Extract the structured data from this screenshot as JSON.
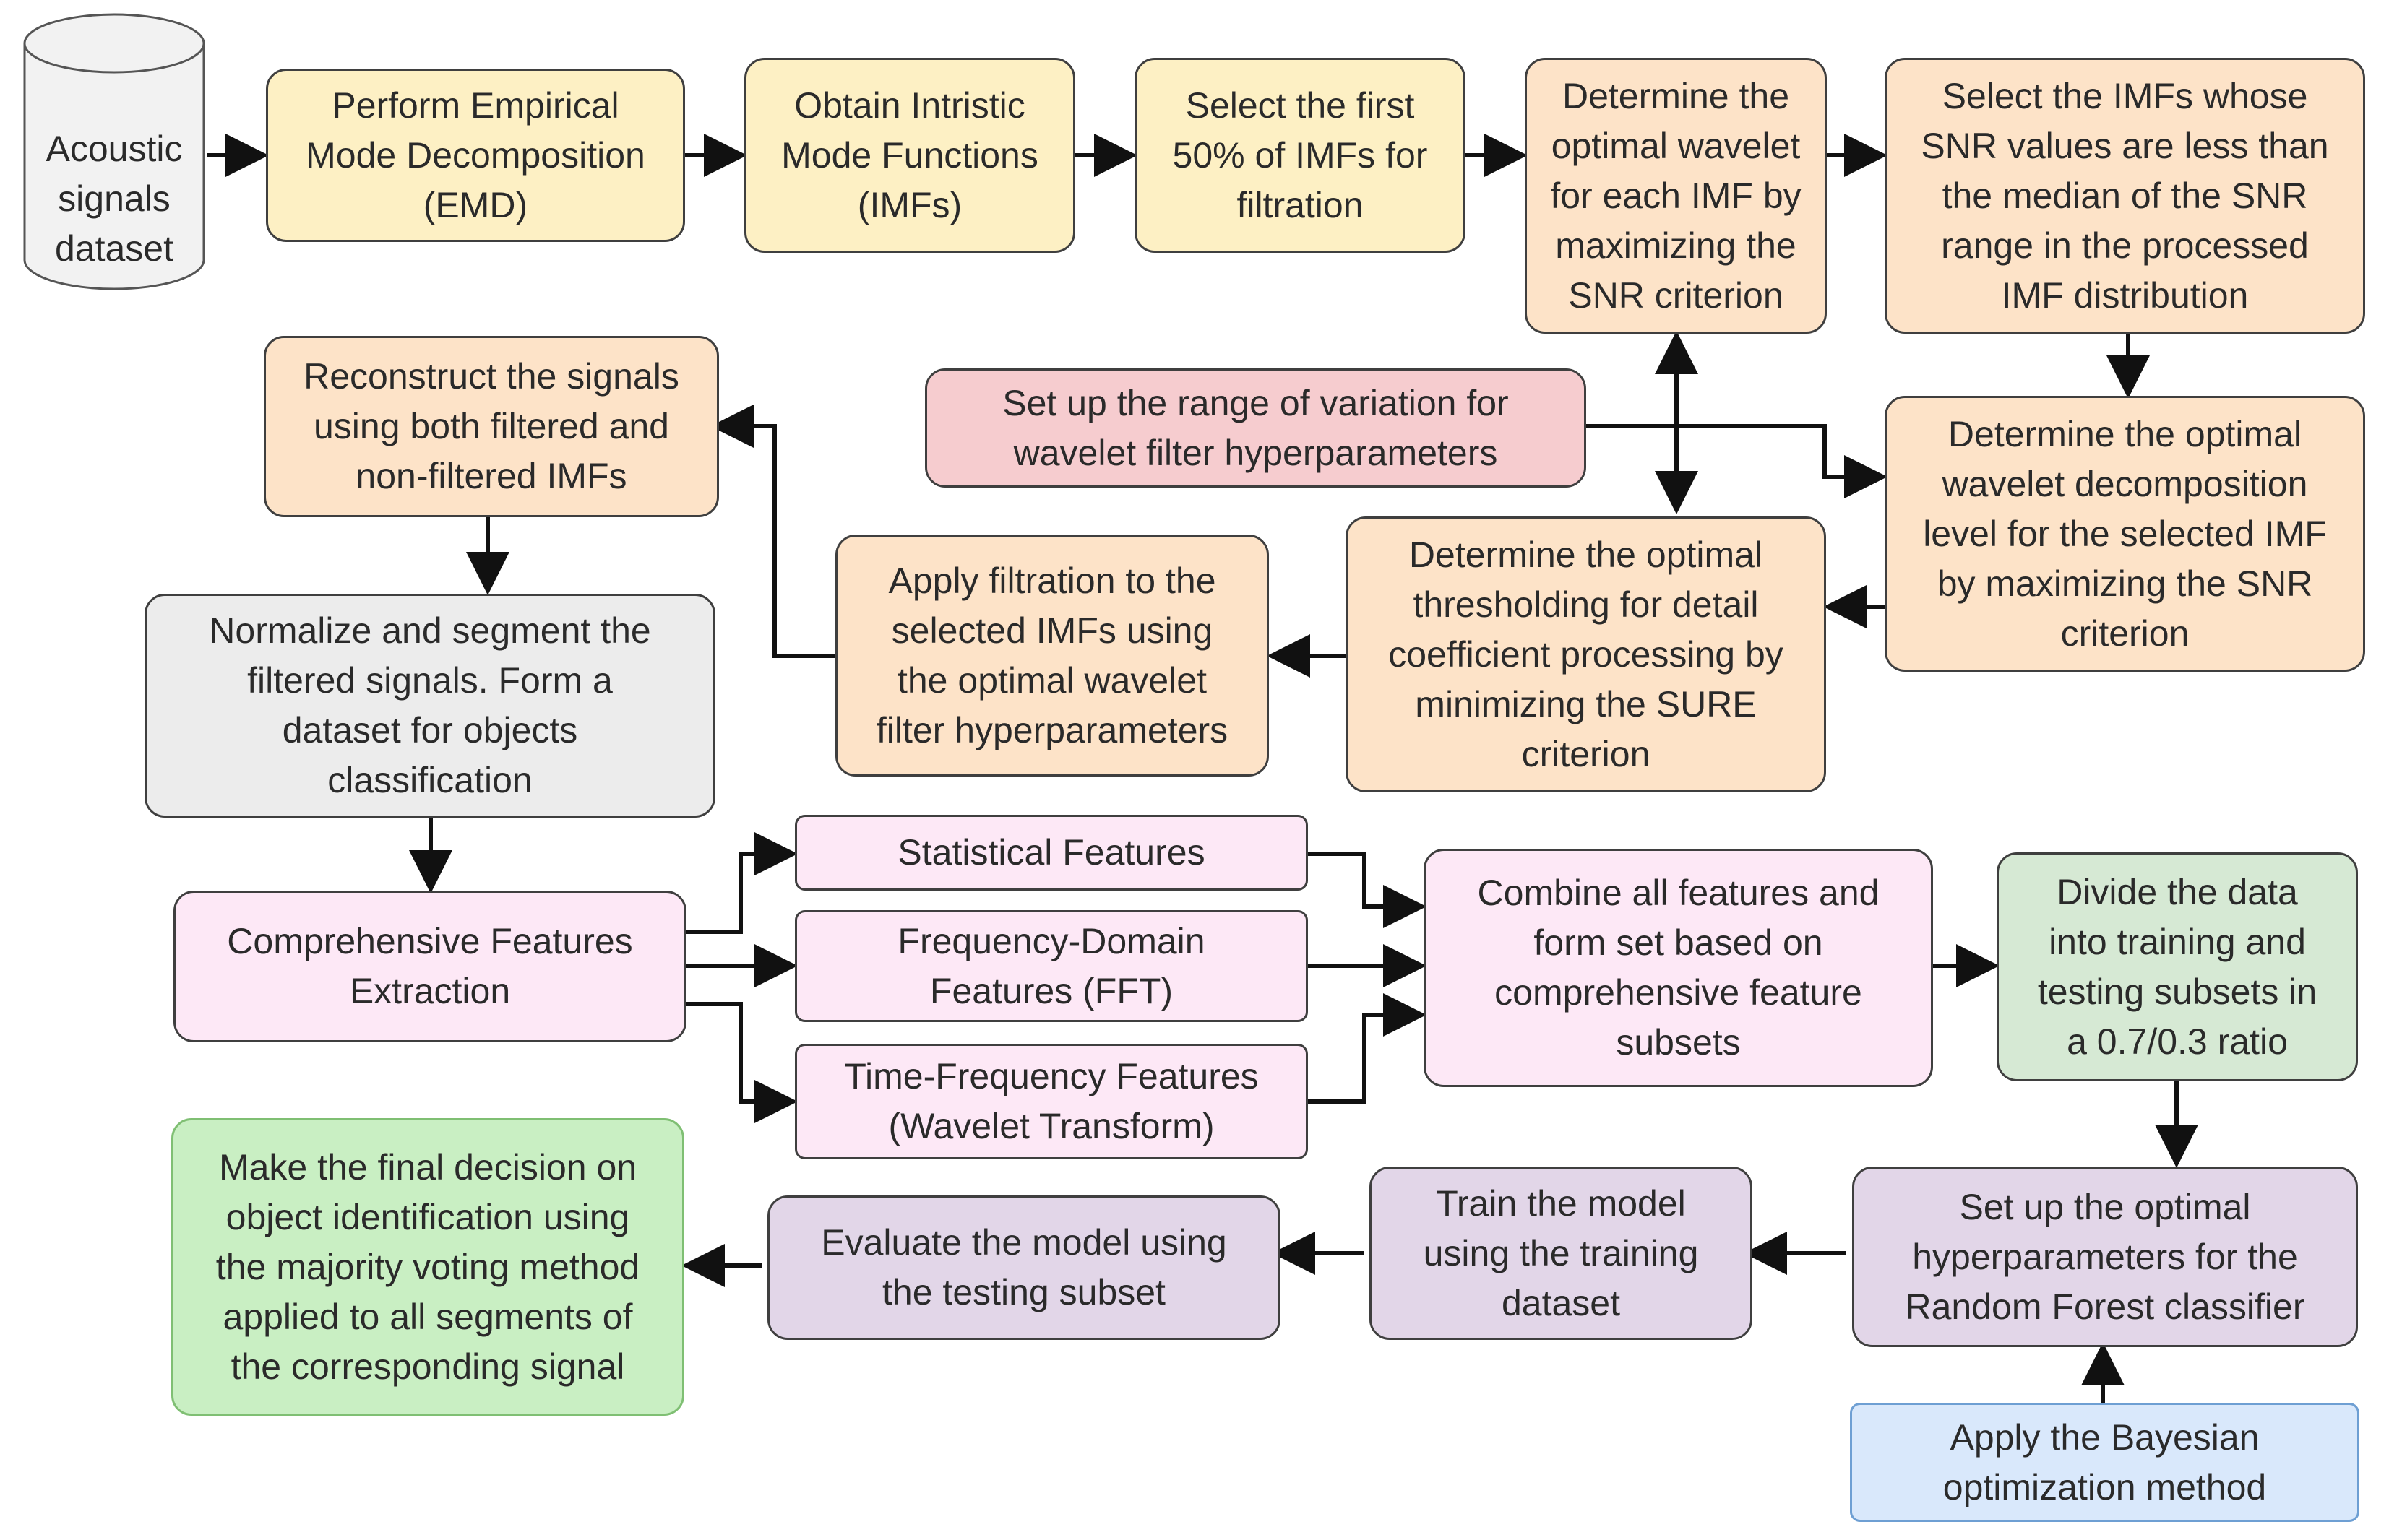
{
  "nodes": {
    "acoustic": "Acoustic\nsignals\ndataset",
    "emd": "Perform Empirical\nMode Decomposition\n(EMD)",
    "imfs": "Obtain Intristic\nMode Functions\n(IMFs)",
    "select50": "Select the first\n50% of IMFs for\nfiltration",
    "opt_wavelet": "Determine the\noptimal wavelet\nfor each IMF by\nmaximizing the\nSNR criterion",
    "select_snr": "Select the IMFs whose\nSNR values are less than\nthe median of the SNR\nrange in the processed\nIMF distribution",
    "range": "Set up the range of variation for\nwavelet filter hyperparameters",
    "reconstruct": "Reconstruct the signals\nusing both filtered and\nnon-filtered IMFs",
    "decomp_level": "Determine the optimal\nwavelet decomposition\nlevel for the selected IMF\nby maximizing the SNR\ncriterion",
    "normalize": "Normalize and segment the\nfiltered signals. Form a\ndataset for objects\nclassification",
    "apply_filtration": "Apply filtration to the\nselected IMFs using\nthe optimal wavelet\nfilter hyperparameters",
    "thresholding": "Determine the optimal\nthresholding for detail\ncoefficient processing by\nminimizing the SURE\ncriterion",
    "statistical": "Statistical Features",
    "comprehensive": "Comprehensive Features\nExtraction",
    "frequency": "Frequency-Domain\nFeatures (FFT)",
    "combine": "Combine all features and\nform set based on\ncomprehensive feature\nsubsets",
    "divide": "Divide the data\ninto training and\ntesting subsets in\na 0.7/0.3 ratio",
    "time_freq": "Time-Frequency Features\n(Wavelet Transform)",
    "final_decision": "Make the final decision on\nobject identification using\nthe majority voting method\napplied to all segments of\nthe corresponding signal",
    "evaluate": "Evaluate the model using\nthe testing subset",
    "train": "Train the model\nusing the training\ndataset",
    "rf_hyper": "Set up the optimal\nhyperparameters for the\nRandom Forest classifier",
    "bayesian": "Apply the Bayesian\noptimization method"
  },
  "colors": {
    "yellow": "#fdf0c4",
    "orange": "#fde3c8",
    "red": "#f6cccf",
    "gray": "#ececec",
    "pink": "#fde8f6",
    "green": "#d6e9d4",
    "purple": "#e2d6e8",
    "light_green": "#c9efc3",
    "blue": "#d9e8fb"
  }
}
